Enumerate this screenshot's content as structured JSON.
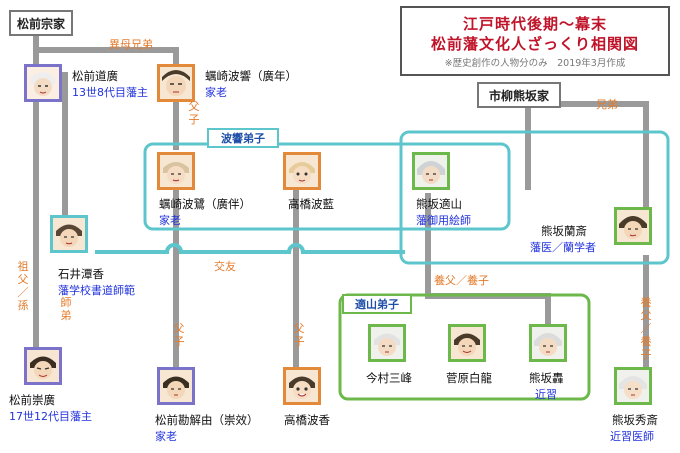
{
  "title": {
    "line1": "江戸時代後期～幕末",
    "line2": "松前藩文化人ざっくり相関図",
    "note": "※歴史創作の人物分のみ　2019年3月作成"
  },
  "families": {
    "matsumae": "松前宗家",
    "kumasaka": "市柳熊坂家"
  },
  "groups": {
    "hakyo": "波響弟子",
    "tekizan": "適山弟子"
  },
  "people": {
    "michihiro": {
      "name": "松前道廣",
      "role": "13世8代目藩主"
    },
    "hakyo": {
      "name": "蠣崎波響（廣年）",
      "role": "家老"
    },
    "haro": {
      "name": "蠣崎波鷺（廣伴）",
      "role": "家老"
    },
    "haran": {
      "name": "高橋波藍",
      "role": ""
    },
    "tekizan": {
      "name": "熊坂適山",
      "role": "藩御用絵師"
    },
    "ransai": {
      "name": "熊坂蘭斎",
      "role": "藩医／蘭学者"
    },
    "tanko": {
      "name": "石井潭香",
      "role": "藩学校書道師範"
    },
    "takahiro": {
      "name": "松前崇廣",
      "role": "17世12代目藩主"
    },
    "kageyu": {
      "name": "松前勘解由（崇效）",
      "role": "家老"
    },
    "hako": {
      "name": "高橋波香",
      "role": ""
    },
    "sanpo": {
      "name": "今村三峰",
      "role": ""
    },
    "hakuryu": {
      "name": "菅原白龍",
      "role": ""
    },
    "go": {
      "name": "熊坂轟",
      "role": "近習"
    },
    "shusai": {
      "name": "熊坂秀斎",
      "role": "近習医師"
    }
  },
  "relations": {
    "ibo_kyodai": "異母兄弟",
    "fushi_1": "父子",
    "kyodai": "兄弟",
    "koyu": "交友",
    "yofu_yoshi_1": "養父／養子",
    "sofu_mago": "祖父／孫",
    "shitei": "師弟",
    "fushi_2": "父子",
    "fushi_3": "父子",
    "yofu_yoshi_2": "養父／養子"
  },
  "colors": {
    "line_gray": "#9a9a9a",
    "teal": "#5cc6cc",
    "green": "#6db84a",
    "purple": "#7b72c9",
    "orange_border": "#e38a3a",
    "role_blue": "#2233dd",
    "relation_orange": "#e37b2b",
    "title_red": "#c0142a"
  }
}
